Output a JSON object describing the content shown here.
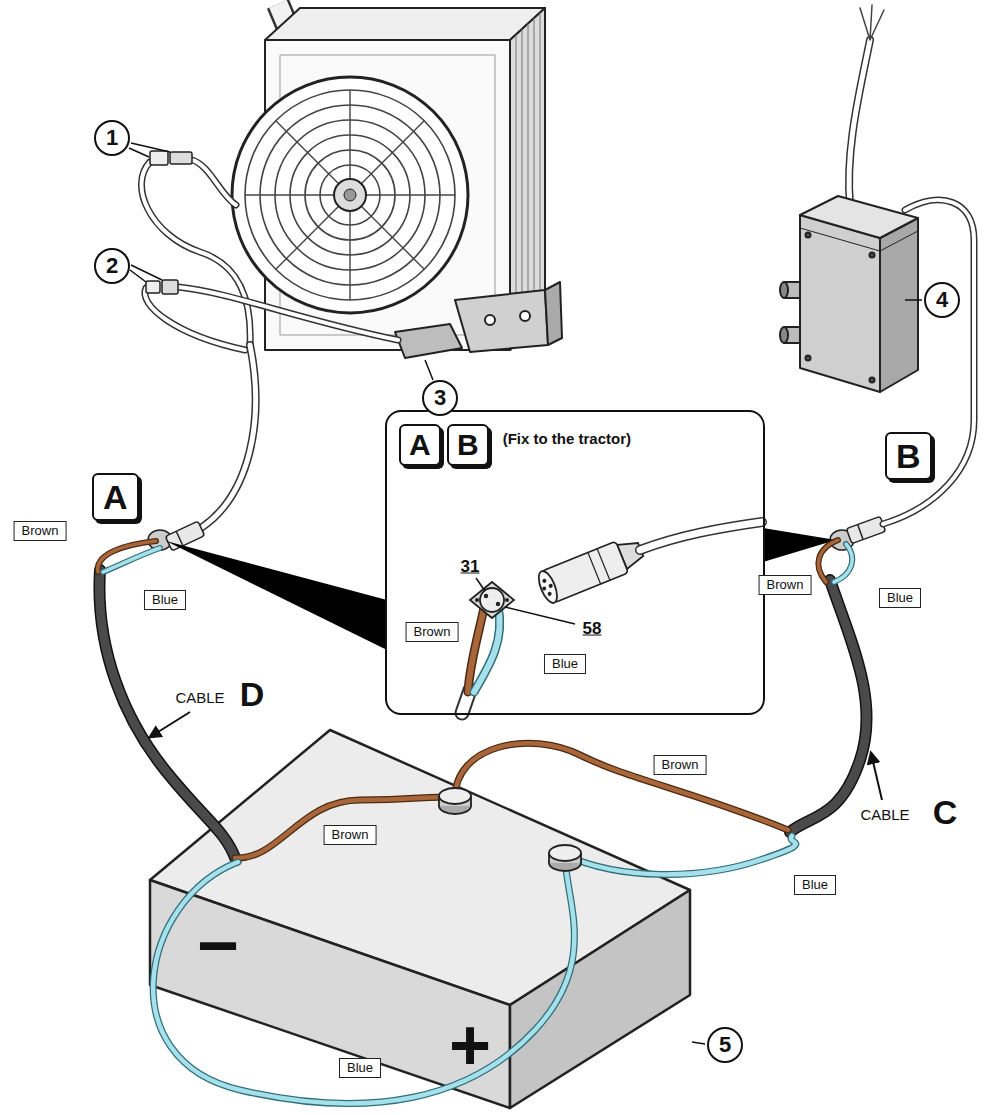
{
  "diagram": {
    "nodes": [
      {
        "text": [
          "(Fix to the tractor)"
        ]
      },
      {
        "text": [
          "A"
        ],
        "in": 0
      },
      {
        "text": [
          "B"
        ],
        "in": 0
      },
      {
        "text": [
          "A"
        ]
      },
      {
        "text": [
          "B"
        ]
      }
    ],
    "labels": [
      "1",
      "2",
      "3",
      "4",
      "Brown",
      "Blue",
      "31",
      "Brown",
      "58",
      "Blue",
      "Brown",
      "Blue",
      "CABLE",
      "D",
      "CABLE",
      "C",
      "Brown",
      "Brown",
      "−",
      "Blue",
      "Blue",
      "+",
      "5"
    ]
  }
}
